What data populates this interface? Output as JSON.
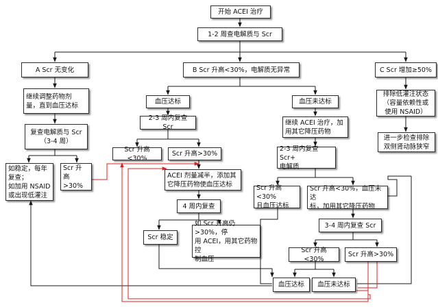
{
  "nodes": {
    "start": "开始 ACEI 治疗",
    "check12": "1-2 周查电解质与 Scr",
    "a": "A Scr 无变化",
    "b": "B Scr 升高<30%，电解质无异常",
    "c": "C Scr 增加≥50%",
    "a1": "继续调整药物剂\n量，直到血压达标",
    "a2": "复查电解质与 Scr\n（3-4 周）",
    "a3": "如稳定，每年\n复查；\n如加用 NSAID\n或出现低灌注",
    "a4": "Scr 升 高\n>30%",
    "b_bp_ok": "血压达标",
    "b_bp_no": "血压未达标",
    "b_ok_check": "2-3 周内复查 Scr",
    "b_ok_lt": "Scr 升高<30%",
    "b_ok_gt": "Scr 升高>30%",
    "halve": "ACEI 剂量减半，添加其\n它降压药物使血压达标",
    "recheck4": "4 周内复查",
    "stable": "Scr 稳定",
    "still": "如 Scr 升高仍>30%，停\n用 ACEI，用其它药物控\n制血压",
    "no_cont": "继续 ACEI 治疗，加\n用其它降压药物",
    "no_check": "2-3 周内复查 Scr+\n电解质",
    "no_lt": "Scr 升高<30%\n且血压达标",
    "no_gt": "Scr 升高<30%，血压未达\n标，加用其它降压药物",
    "no_34": "3-4 周内复查 Scr",
    "no_34_lt": "Scr 升高<30%",
    "no_34_gt": "Scr 升高>30%",
    "end_ok": "血压达标",
    "end_no": "血压未达标",
    "c1": "排除低灌注状态\n（容量依赖性或\n使用 NSAID）",
    "c2": "进一步检查排除\n双侧肾动脉狭窄"
  },
  "colors": {
    "line": "#1a1a1a",
    "loop": "#e02020"
  }
}
